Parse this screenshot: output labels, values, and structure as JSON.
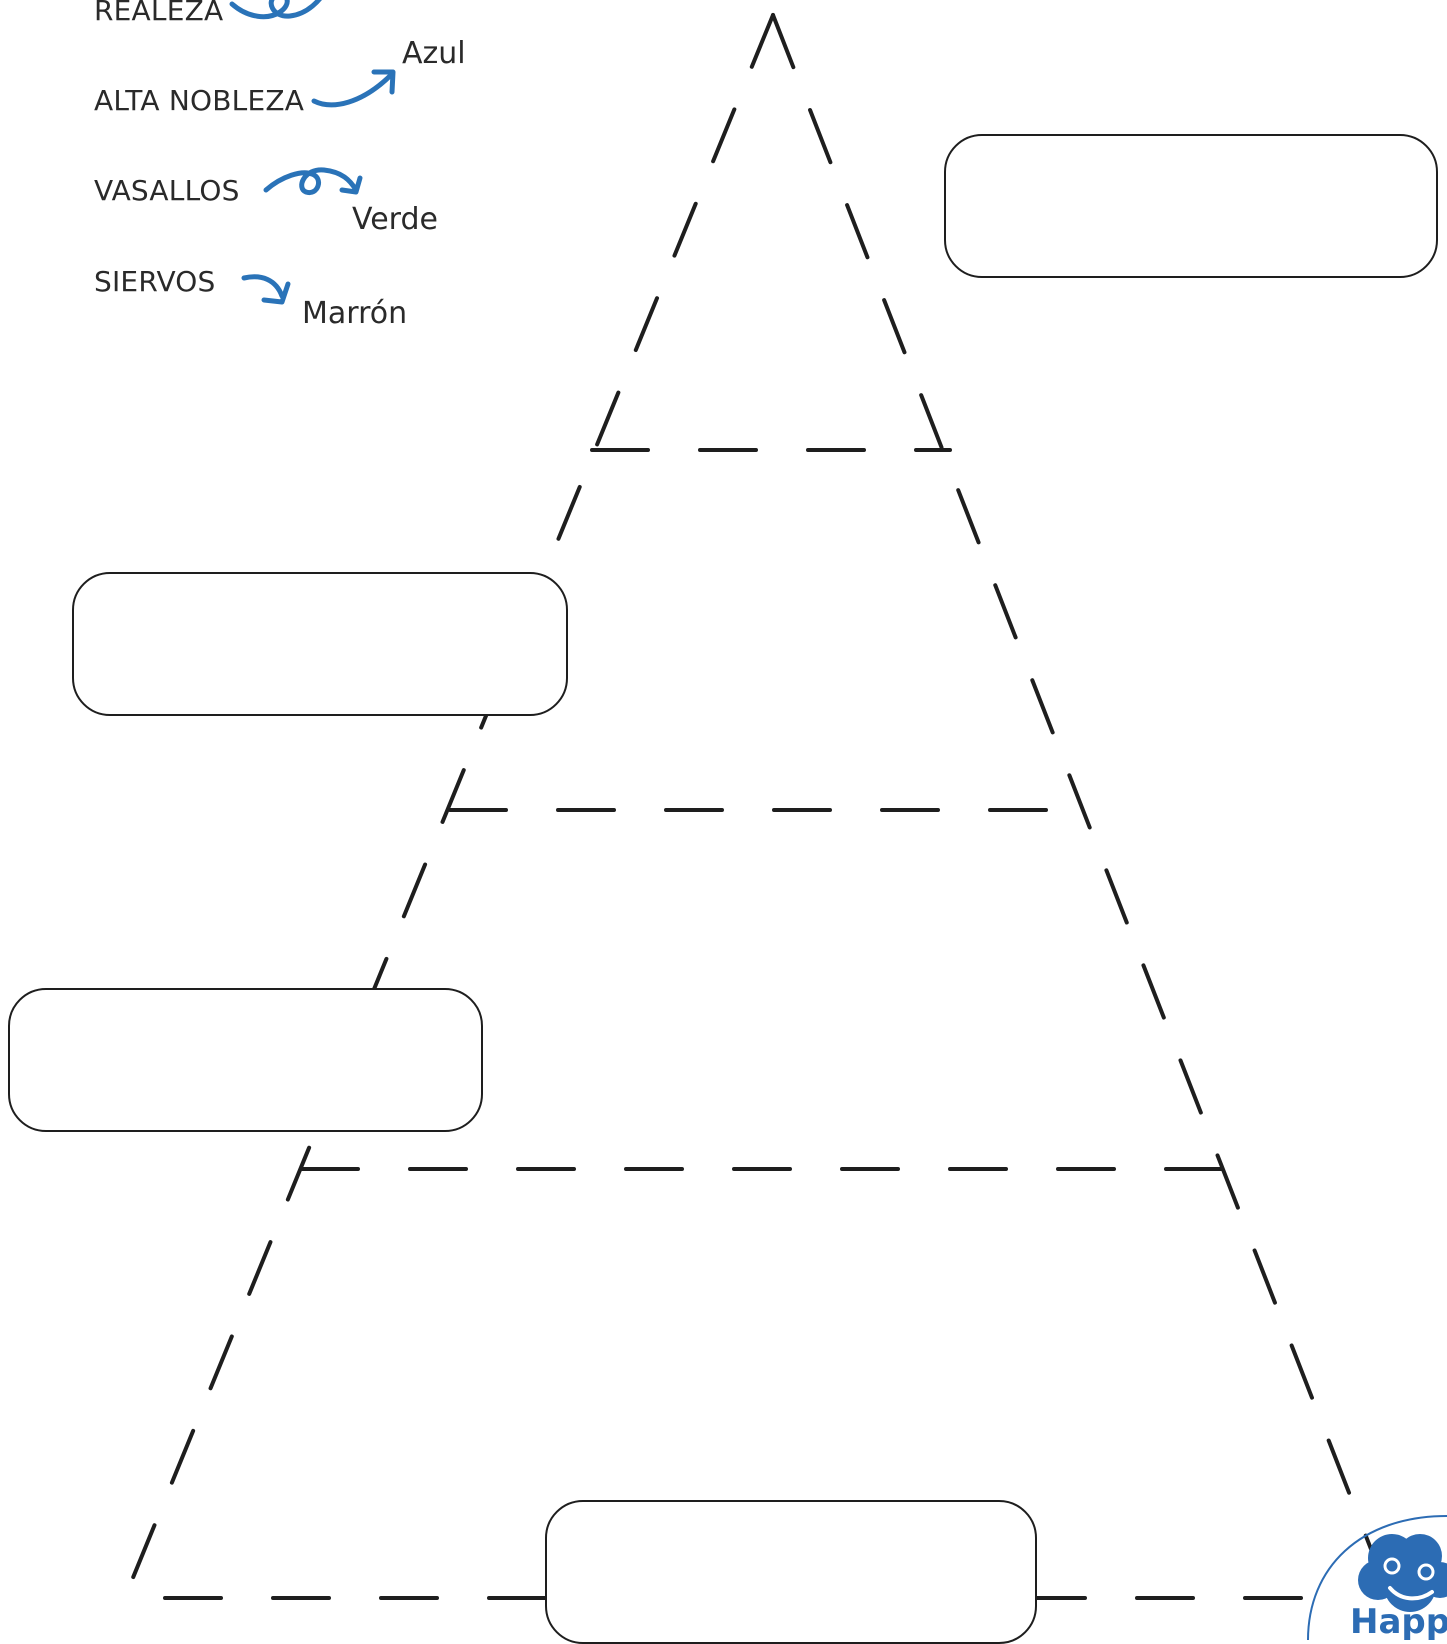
{
  "legend": {
    "realeza": "REALEZA",
    "alta_nobleza": "ALTA NOBLEZA",
    "vasallos": "VASALLOS",
    "siervos": "SIERVOS",
    "azul": "Azul",
    "verde": "Verde",
    "marron": "Marrón"
  },
  "answer_boxes": [
    "",
    "",
    "",
    ""
  ],
  "colors": {
    "arrow": "#2a73b8",
    "line": "#1e1e1e",
    "logo": "#2c6cb4"
  },
  "logo": {
    "text": "Happ"
  },
  "icons": [
    "arrow-loop-icon",
    "arrow-curve-icon",
    "arrow-loop-icon",
    "arrow-down-icon",
    "cloud-face-icon"
  ]
}
